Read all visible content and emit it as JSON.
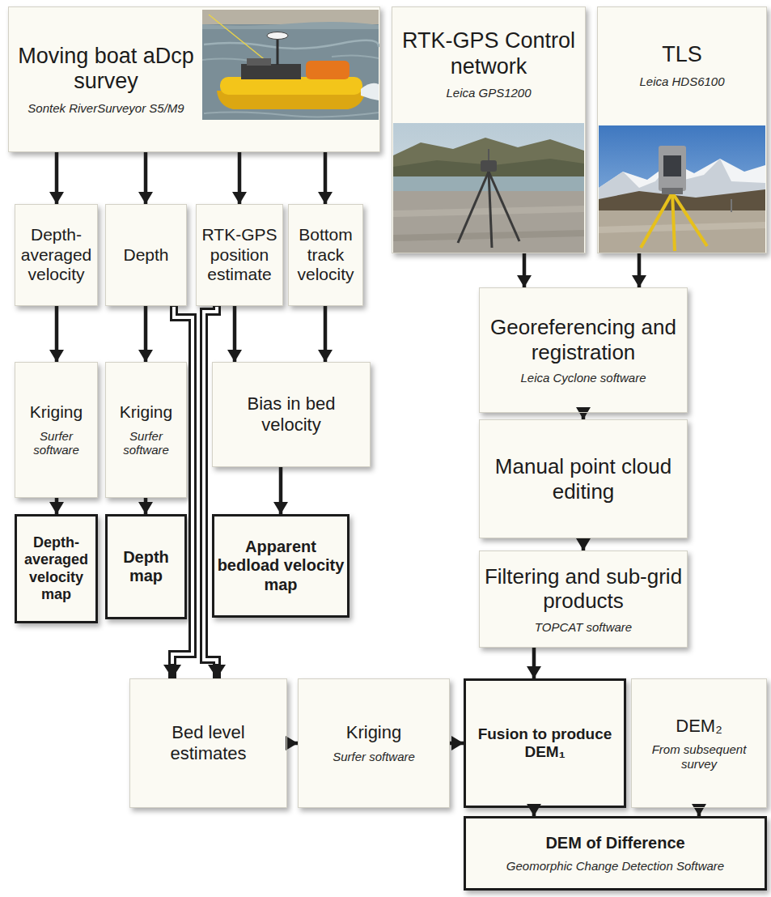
{
  "diagram": {
    "nodes": [
      {
        "text": [
          "Moving boat aDcp survey",
          "Sontek RiverSurveyor S5/M9"
        ]
      },
      {
        "text": [
          "RTK-GPS Control network",
          "Leica GPS1200"
        ]
      },
      {
        "text": [
          "TLS",
          "Leica HDS6100"
        ]
      },
      {
        "text": [
          "Depth-averaged velocity"
        ]
      },
      {
        "text": [
          "Depth"
        ]
      },
      {
        "text": [
          "RTK-GPS position estimate"
        ]
      },
      {
        "text": [
          "Bottom track velocity"
        ]
      },
      {
        "text": [
          "Georeferencing and registration",
          "Leica Cyclone software"
        ]
      },
      {
        "text": [
          "Kriging",
          "Surfer software"
        ]
      },
      {
        "text": [
          "Kriging",
          "Surfer software"
        ]
      },
      {
        "text": [
          "Bias in bed velocity"
        ]
      },
      {
        "text": [
          "Manual point cloud editing"
        ]
      },
      {
        "text": [
          "Depth-averaged velocity map"
        ]
      },
      {
        "text": [
          "Depth map"
        ]
      },
      {
        "text": [
          "Apparent bedload velocity map"
        ]
      },
      {
        "text": [
          "Filtering and sub-grid products",
          "TOPCAT software"
        ]
      },
      {
        "text": [
          "Bed level estimates"
        ]
      },
      {
        "text": [
          "Kriging",
          "Surfer software"
        ]
      },
      {
        "text": [
          "Fusion to produce DEM₁"
        ]
      },
      {
        "text": [
          "DEM₂",
          "From subsequent survey"
        ]
      },
      {
        "text": [
          "DEM of Difference",
          "Geomorphic Change Detection Software"
        ]
      }
    ],
    "edges": [
      {
        "from": 0,
        "to": 3,
        "arrow": "to"
      },
      {
        "from": 0,
        "to": 4,
        "arrow": "to"
      },
      {
        "from": 0,
        "to": 5,
        "arrow": "to"
      },
      {
        "from": 0,
        "to": 6,
        "arrow": "to"
      },
      {
        "from": 1,
        "to": 7,
        "arrow": "to"
      },
      {
        "from": 2,
        "to": 7,
        "arrow": "to"
      },
      {
        "from": 3,
        "to": 8,
        "arrow": "to"
      },
      {
        "from": 4,
        "to": 9,
        "arrow": "to"
      },
      {
        "from": 5,
        "to": 10,
        "arrow": "to"
      },
      {
        "from": 6,
        "to": 10,
        "arrow": "to"
      },
      {
        "from": 7,
        "to": 11,
        "arrow": "to"
      },
      {
        "from": 8,
        "to": 12,
        "arrow": "to"
      },
      {
        "from": 9,
        "to": 13,
        "arrow": "to"
      },
      {
        "from": 10,
        "to": 14,
        "arrow": "to"
      },
      {
        "from": 11,
        "to": 15,
        "arrow": "to"
      },
      {
        "from": 4,
        "to": 16,
        "arrow": "to"
      },
      {
        "from": 5,
        "to": 16,
        "arrow": "to"
      },
      {
        "from": 16,
        "to": 17,
        "arrow": "to"
      },
      {
        "from": 15,
        "to": 18,
        "arrow": "to"
      },
      {
        "from": 17,
        "to": 18,
        "arrow": "to"
      },
      {
        "from": 18,
        "to": 20,
        "arrow": "to"
      },
      {
        "from": 19,
        "to": 20,
        "arrow": "to"
      }
    ]
  }
}
